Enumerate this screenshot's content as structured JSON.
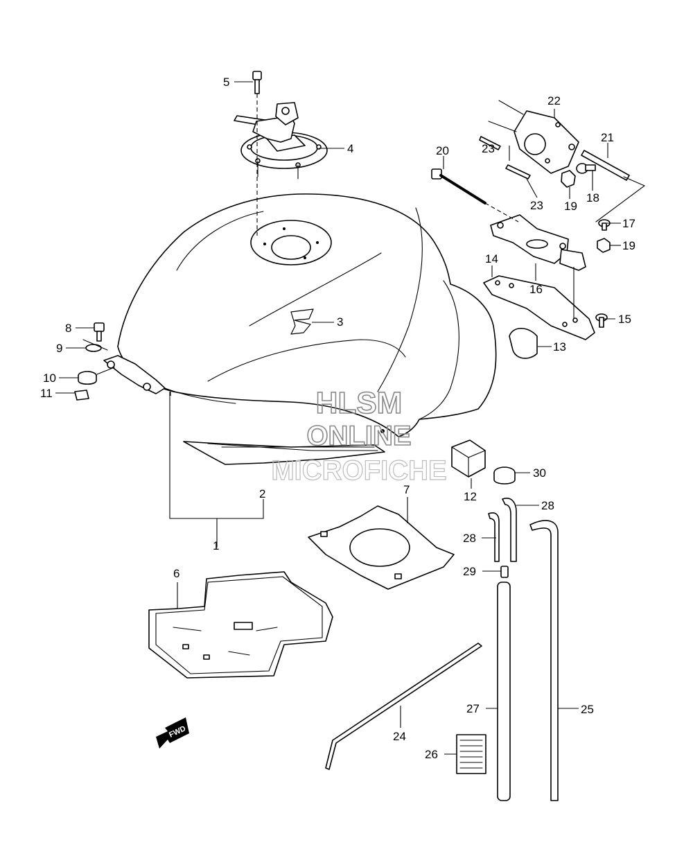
{
  "diagram": {
    "callouts": [
      "1",
      "2",
      "3",
      "4",
      "5",
      "6",
      "7",
      "8",
      "9",
      "10",
      "11",
      "12",
      "13",
      "14",
      "15",
      "16",
      "17",
      "18",
      "19",
      "19",
      "20",
      "21",
      "22",
      "23",
      "23",
      "24",
      "25",
      "26",
      "27",
      "28",
      "28",
      "29",
      "30"
    ],
    "watermark": [
      "HLSM",
      "ONLINE",
      "MICROFICHE"
    ],
    "direction_label": "FWD"
  }
}
